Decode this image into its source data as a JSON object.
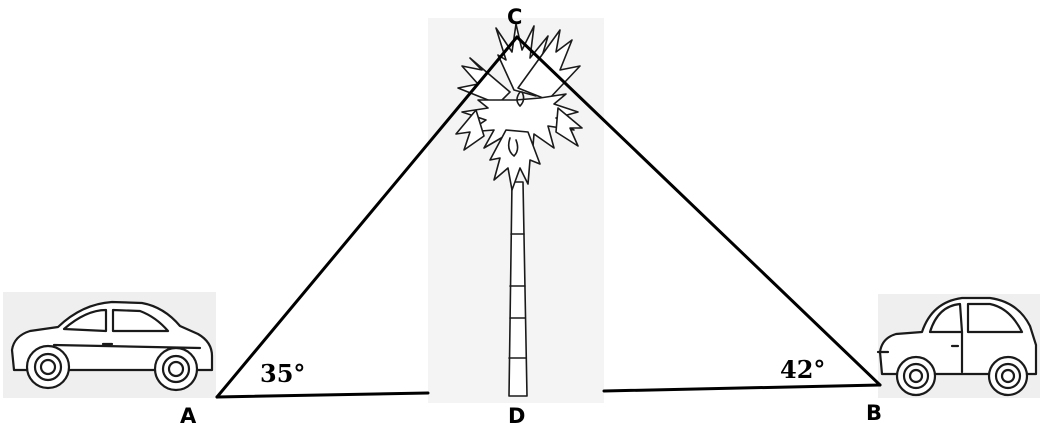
{
  "points": {
    "a": "A",
    "b": "B",
    "c": "C",
    "d": "D"
  },
  "angles": {
    "at_a": "35°",
    "at_b": "42°"
  },
  "icons": {
    "left_object": "car-icon",
    "right_object": "car-icon",
    "center_object": "palm-tree-icon"
  }
}
